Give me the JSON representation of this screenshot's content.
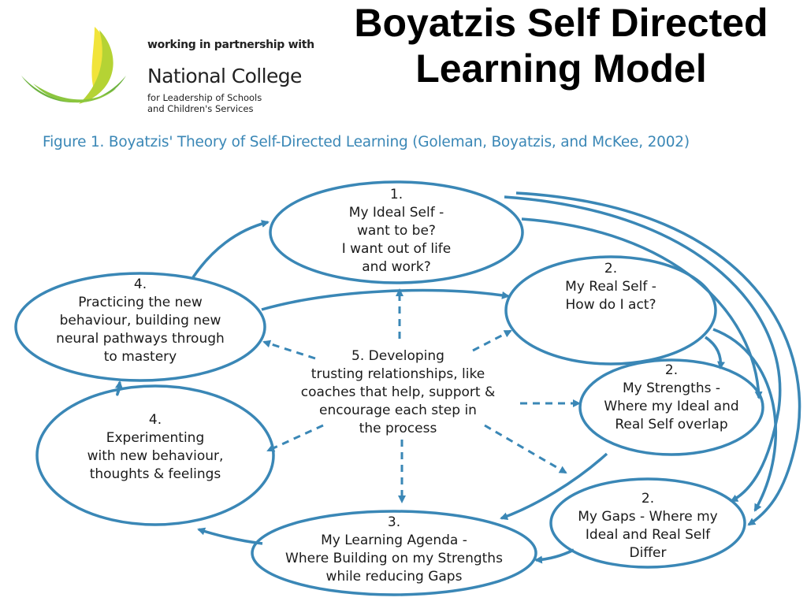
{
  "title": {
    "line1": "Boyatzis Self Directed",
    "line2": "Learning Model"
  },
  "logo": {
    "tagline": "working in partnership with",
    "name": "National College",
    "sub_line1": "for Leadership of Schools",
    "sub_line2": "and Children's Services"
  },
  "figure_caption": "Figure 1. Boyatzis' Theory of Self-Directed Learning (Goleman, Boyatzis, and McKee, 2002)",
  "nodes": {
    "ideal_self": {
      "number": "1.",
      "lines": [
        "My Ideal Self -",
        "want to be?",
        "I want out of life",
        "and work?"
      ]
    },
    "real_self": {
      "number": "2.",
      "lines": [
        "My Real Self -",
        "How do I act?"
      ]
    },
    "strengths": {
      "number": "2.",
      "lines": [
        "My Strengths -",
        "Where my Ideal and",
        "Real Self overlap"
      ]
    },
    "gaps": {
      "number": "2.",
      "lines": [
        "My Gaps - Where my",
        "Ideal and Real Self",
        "Differ"
      ]
    },
    "learning_agenda": {
      "number": "3.",
      "lines": [
        "My Learning Agenda -",
        "Where Building on my Strengths",
        "while reducing Gaps"
      ]
    },
    "experimenting": {
      "number": "4.",
      "lines": [
        "Experimenting",
        "with new behaviour,",
        "thoughts & feelings"
      ]
    },
    "practicing": {
      "number": "4.",
      "lines": [
        "Practicing the new",
        "behaviour, building new",
        "neural pathways through",
        "to mastery"
      ]
    },
    "relationships": {
      "lines": [
        "5. Developing",
        "trusting relationships, like",
        "coaches that help, support &",
        "encourage each step in",
        "the process"
      ]
    }
  },
  "colors": {
    "diagram_blue": "#3a87b6",
    "caption_blue": "#3a87b6",
    "logo_green": "#6db33f",
    "logo_lime": "#b5d334",
    "logo_yellow": "#f1e43a",
    "text": "#1a1a1a"
  }
}
